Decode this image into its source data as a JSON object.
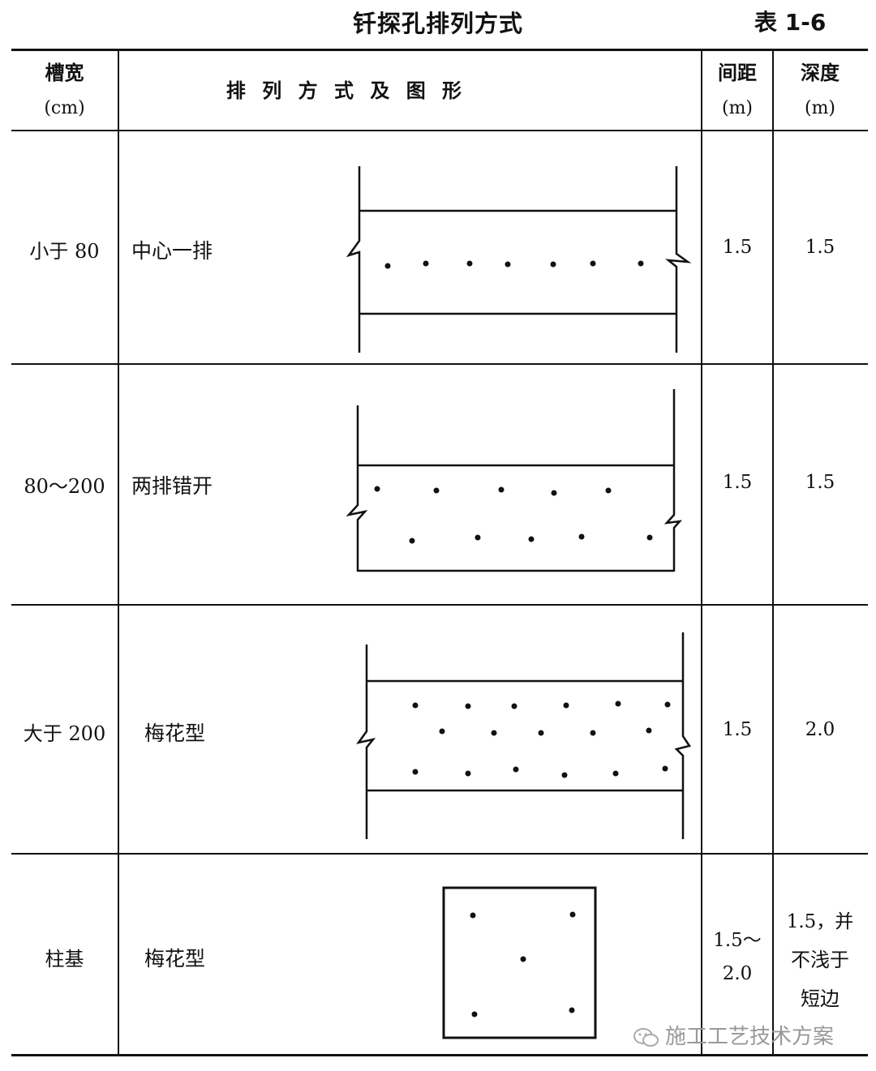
{
  "title": "钎探孔排列方式",
  "table_no": "表 1-6",
  "headers": {
    "width": "槽宽",
    "width_unit": "(cm)",
    "method": "排 列 方 式 及 图 形",
    "spacing": "间距",
    "spacing_unit": "(m)",
    "depth": "深度",
    "depth_unit": "(m)"
  },
  "rows": [
    {
      "width": "小于 80",
      "method": "中心一排",
      "spacing": "1.5",
      "depth": "1.5"
    },
    {
      "width": "80～200",
      "method": "两排错开",
      "spacing": "1.5",
      "depth": "1.5"
    },
    {
      "width": "大于 200",
      "method": "梅花型",
      "spacing": "1.5",
      "depth": "2.0"
    },
    {
      "width": "柱基",
      "method": "梅花型",
      "spacing_1": "1.5～",
      "spacing_2": "2.0",
      "depth_1": "1.5，并",
      "depth_2": "不浅于",
      "depth_3": "短边"
    }
  ],
  "watermark": "施工工艺技术方案"
}
